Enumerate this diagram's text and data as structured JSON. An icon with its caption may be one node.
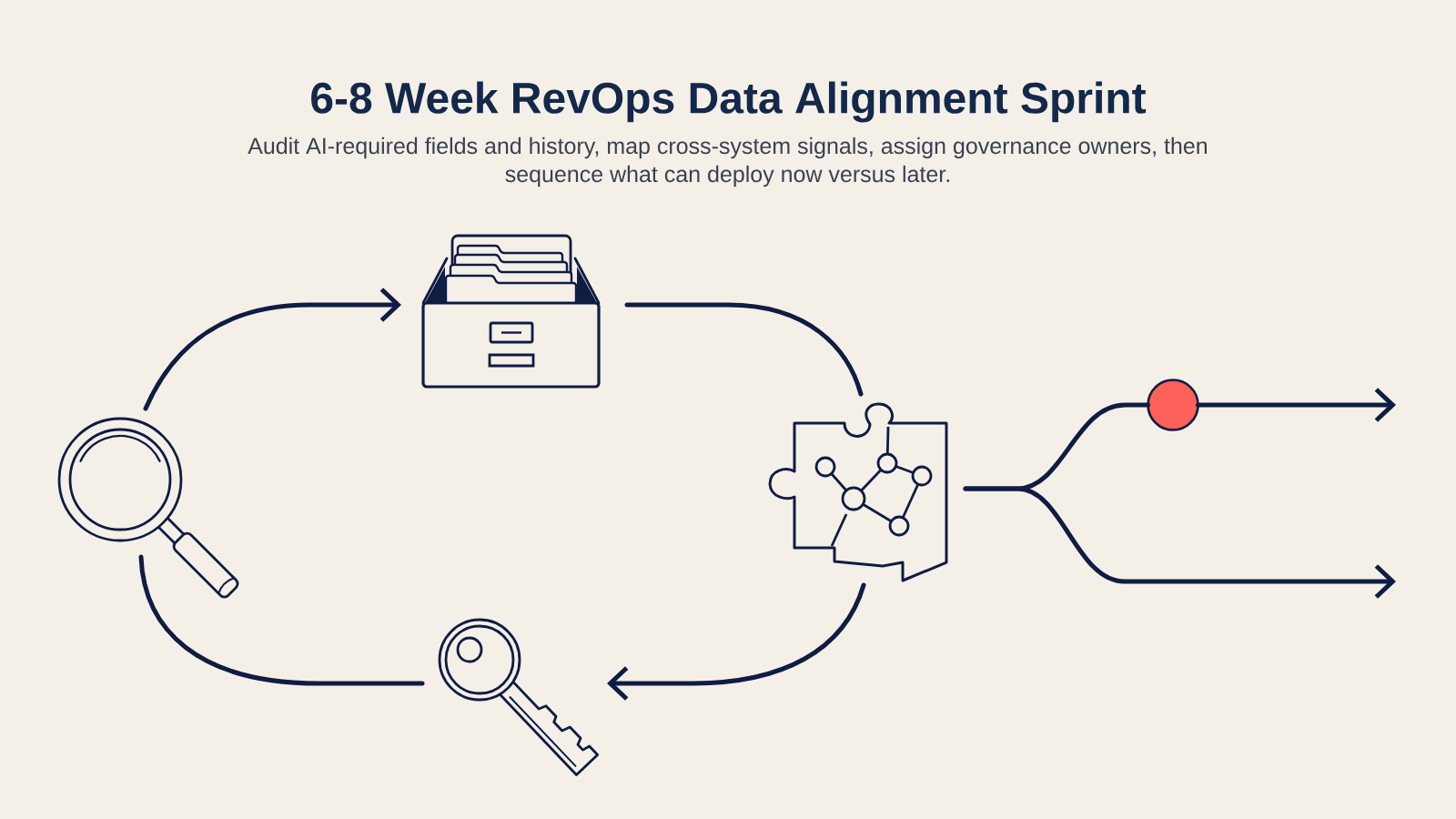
{
  "diagram": {
    "title": "6-8 Week RevOps Data Alignment Sprint",
    "caption": "Audit AI-required fields and history, map cross-system signals, assign governance owners, then sequence what can deploy now versus later.",
    "nodes": [
      {
        "text": [],
        "shape": "picture"
      },
      {
        "text": [],
        "shape": "picture"
      },
      {
        "text": [],
        "shape": "picture"
      },
      {
        "text": [],
        "shape": "picture"
      },
      {
        "text": [],
        "shape": "circle"
      }
    ],
    "edges": [
      {
        "from": 0,
        "to": 1,
        "arrow": "to"
      },
      {
        "from": 1,
        "to": 3,
        "arrow": "none"
      },
      {
        "from": 3,
        "to": 2,
        "arrow": "to"
      },
      {
        "from": 2,
        "to": 0,
        "arrow": "none"
      },
      {
        "from": 3,
        "to": 4,
        "arrow": "none"
      },
      {
        "from": 4,
        "to": null,
        "arrow": "to"
      },
      {
        "from": 3,
        "to": null,
        "arrow": "to"
      }
    ]
  }
}
